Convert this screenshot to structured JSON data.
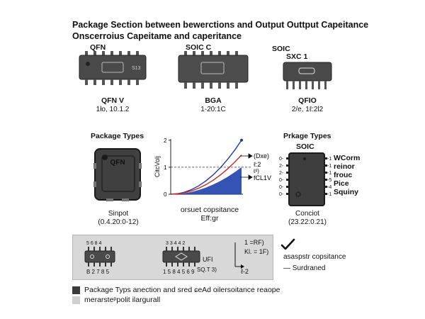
{
  "header": {
    "title": "Package Section between bewerctions and Output Outtput Capeitance",
    "subtitle": "Onscerroius Capeitame and caperitance"
  },
  "top_row": [
    {
      "top_label": "QFN",
      "chip_text": "S13",
      "name": "QFN V",
      "value": "1ło, 10.1.2"
    },
    {
      "top_label": "SOIC C",
      "chip_text": "",
      "name": "BGA",
      "value": "1-20:1C"
    },
    {
      "top_label": "SOIC",
      "top_label2": "SXC 1",
      "chip_text": "",
      "name": "QFIO",
      "value": "2/e, 1ℓ:2l2"
    }
  ],
  "middle_left": {
    "heading": "Package Types",
    "chip_text": "QFN",
    "name": "Sinpot",
    "value": "(0.4.20:0-12)"
  },
  "middle_chart": {
    "y_axis_label": "CitcVolj",
    "y_ticks": [
      "0",
      "1",
      "2"
    ],
    "annotations": [
      "(Dxe)",
      "ℓ:2",
      "ℓ²)",
      "fCL1V"
    ],
    "xlabel": "orsuet copsitance",
    "xlabel2": "Eff:gr"
  },
  "chart_data": {
    "type": "line",
    "x": [
      0,
      1,
      2,
      3,
      4,
      5,
      6,
      7,
      8,
      9,
      10
    ],
    "series": [
      {
        "values": [
          0,
          0.02,
          0.08,
          0.18,
          0.32,
          0.5,
          0.72,
          0.98,
          1.28,
          1.62,
          2.0
        ],
        "color": "#223a9a"
      },
      {
        "values": [
          0,
          0.02,
          0.06,
          0.13,
          0.23,
          0.36,
          0.52,
          0.71,
          0.93,
          1.18,
          1.45
        ],
        "color": "#c62828"
      }
    ],
    "fill_series_values": [
      0,
      0.01,
      0.04,
      0.09,
      0.16,
      0.25,
      0.36,
      0.49,
      0.64,
      0.81,
      1.0
    ],
    "fill_color": "#2a4ab0",
    "reference_line_y": 1.0,
    "ylim": [
      0,
      2.1
    ],
    "xlim": [
      0,
      10
    ],
    "grid": false,
    "y_ticks": [
      0,
      1,
      2
    ]
  },
  "middle_right": {
    "heading": "Prkage Types",
    "chip_label": "SOIC",
    "left_pins": [
      "0-",
      "2-",
      "2-",
      "0-",
      "0-",
      "0-"
    ],
    "right_pins": [
      "-1",
      "-1",
      "-1",
      "-5",
      "-4",
      "-1"
    ],
    "pin_labels": [
      "WCorm",
      "reinor",
      "frouc",
      "Pice",
      "Squiny"
    ],
    "name": "Conciot",
    "value": "(23.22:0.21)"
  },
  "bottom_strip": {
    "chip1_top_pins": "5 6 8 4",
    "chip1_bottom_pins": "B 2 7 8 5",
    "chip2_top_pins": "3 3 4 4 2",
    "chip2_bottom_pins": "1 5 8 4 5 6 9",
    "chip2_label": "UFI",
    "chip2_label2": "SQ.T 3)",
    "eq1": "1  =RF)",
    "eq2": "Kl. = 1F)",
    "eq3": "ℓ-2"
  },
  "right_notes": {
    "note1": "asaspstr copsitance",
    "note2": "— Surdraned"
  },
  "legend": {
    "item1": "Package Typs anection and sred ɕeAd oilersoitance reaope",
    "item2": "merarsteᵖpolit ilargurall",
    "color1": "#3a3a3a",
    "color2": "#cfcfcf"
  }
}
